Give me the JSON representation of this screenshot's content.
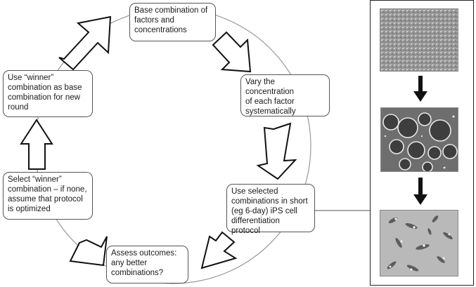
{
  "cycle": {
    "steps": [
      {
        "id": "base",
        "text": "Base combination of\nfactors and\nconcentrations"
      },
      {
        "id": "vary",
        "text": "Vary the concentration\nof each factor\nsystematically"
      },
      {
        "id": "use-selected",
        "text": "Use selected\ncombinations in short\n(eg 6-day) iPS cell\ndifferentiation protocol"
      },
      {
        "id": "assess",
        "text": "Assess outcomes:\nany better\ncombinations?"
      },
      {
        "id": "select-winner",
        "text": "Select “winner”\ncombination – if none,\nassume that protocol\nis optimized"
      },
      {
        "id": "use-winner",
        "text": "Use “winner”\ncombination as base\ncombination for new\nround"
      }
    ]
  },
  "micrographs": [
    {
      "name": "ips-colony-dense-micrograph",
      "description_icon": "dense-cell-monolayer"
    },
    {
      "name": "embryoid-body-micrograph",
      "description_icon": "spheroid-aggregates"
    },
    {
      "name": "differentiated-cells-micrograph",
      "description_icon": "scattered-elongated-cells"
    }
  ],
  "colors": {
    "box_border": "#555555",
    "ring": "#999999",
    "arrow_fill": "#ffffff",
    "arrow_stroke": "#111111",
    "panel_arrow": "#111111"
  }
}
